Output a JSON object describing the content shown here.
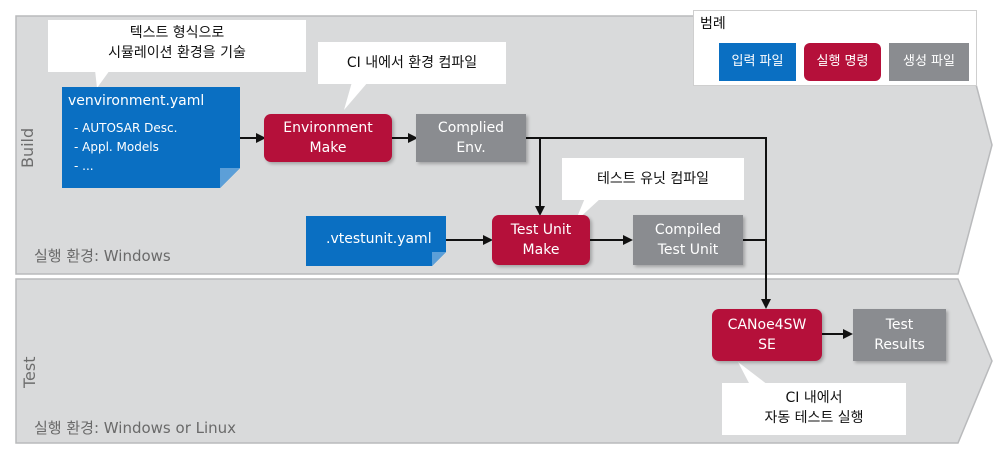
{
  "lanes": {
    "build": {
      "label": "Build",
      "env": "실행 환경: Windows"
    },
    "test": {
      "label": "Test",
      "env": "실행 환경: Windows or Linux"
    }
  },
  "legend": {
    "title": "범례",
    "items": [
      {
        "label": "입력 파일",
        "color": "#0a6fc2"
      },
      {
        "label": "실행 명령",
        "color": "#b5103a"
      },
      {
        "label": "생성 파일",
        "color": "#8a8c90"
      }
    ]
  },
  "nodes": {
    "venv_yaml": {
      "title": "venvironment.yaml",
      "items": [
        "- AUTOSAR Desc.",
        "- Appl. Models",
        "- ..."
      ]
    },
    "env_make": "Environment\nMake",
    "complied_env": "Complied\nEnv.",
    "vtestunit_yaml": ".vtestunit.yaml",
    "testunit_make": "Test Unit\nMake",
    "compiled_testunit": "Compiled\nTest Unit",
    "canoe": "CANoe4SW\nSE",
    "test_results": "Test\nResults"
  },
  "callouts": {
    "text_format": "텍스트 형식으로\n시뮬레이션 환경을 기술",
    "ci_env_compile": "CI 내에서 환경 컴파일",
    "test_unit_compile": "테스트 유닛 컴파일",
    "ci_auto_test": "CI 내에서\n자동 테스트 실행"
  },
  "colors": {
    "lane_fill": "#d9dadb",
    "lane_stroke": "#b9babc",
    "input": "#0a6fc2",
    "command": "#b5103a",
    "generated": "#8a8c90"
  }
}
